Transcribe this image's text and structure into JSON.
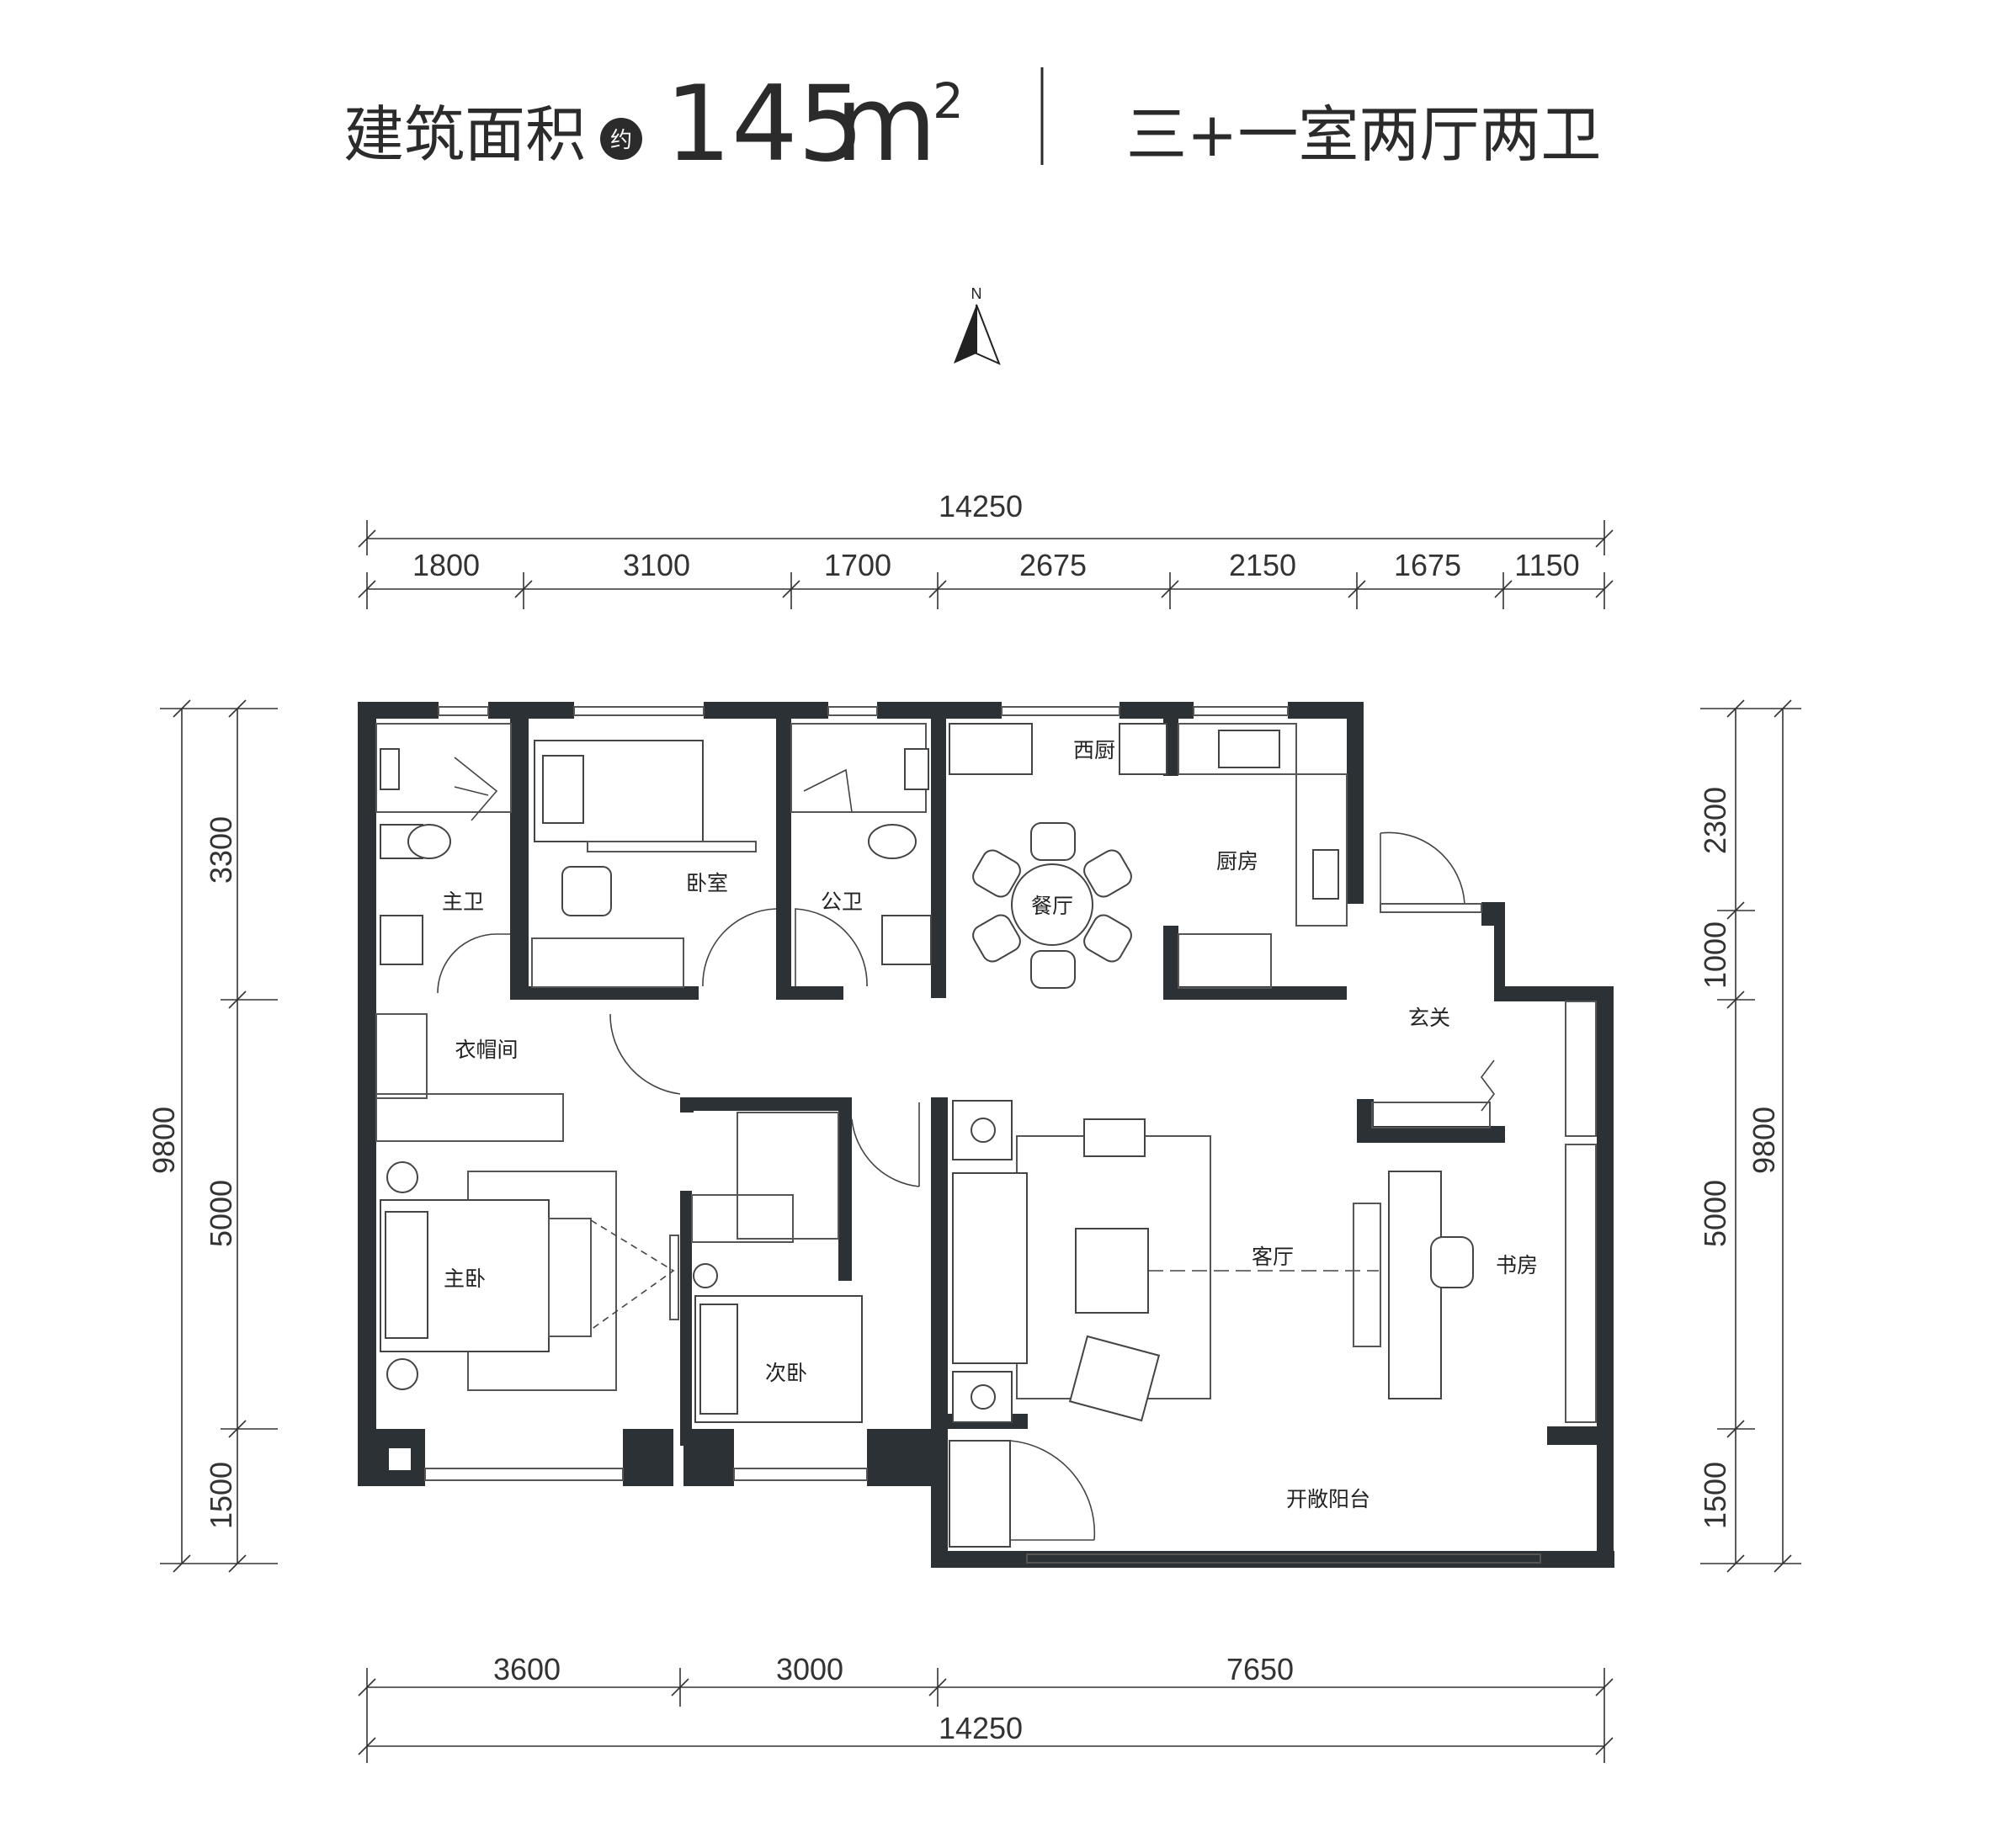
{
  "title": {
    "area_label": "建筑面积",
    "approx": "约",
    "area_value": "145",
    "area_unit": "m",
    "area_sup": "2",
    "layout": "三+一室两厅两卫"
  },
  "compass": {
    "label": "N"
  },
  "dimensions": {
    "top_total": "14250",
    "top": [
      "1800",
      "3100",
      "1700",
      "2675",
      "2150",
      "1675",
      "1150"
    ],
    "bottom": [
      "3600",
      "3000",
      "7650"
    ],
    "bottom_total": "14250",
    "left": [
      "3300",
      "5000",
      "1500"
    ],
    "left_total": "9800",
    "right": [
      "2300",
      "1000",
      "5000",
      "1500"
    ],
    "right_total": "9800"
  },
  "rooms": {
    "master_bath": "主卫",
    "bedroom": "卧室",
    "public_bath": "公卫",
    "western_kitchen": "西厨",
    "dining": "餐厅",
    "kitchen": "厨房",
    "foyer": "玄关",
    "cloakroom": "衣帽间",
    "master_bedroom": "主卧",
    "second_bedroom": "次卧",
    "living_room": "客厅",
    "study": "书房",
    "balcony": "开敞阳台"
  }
}
